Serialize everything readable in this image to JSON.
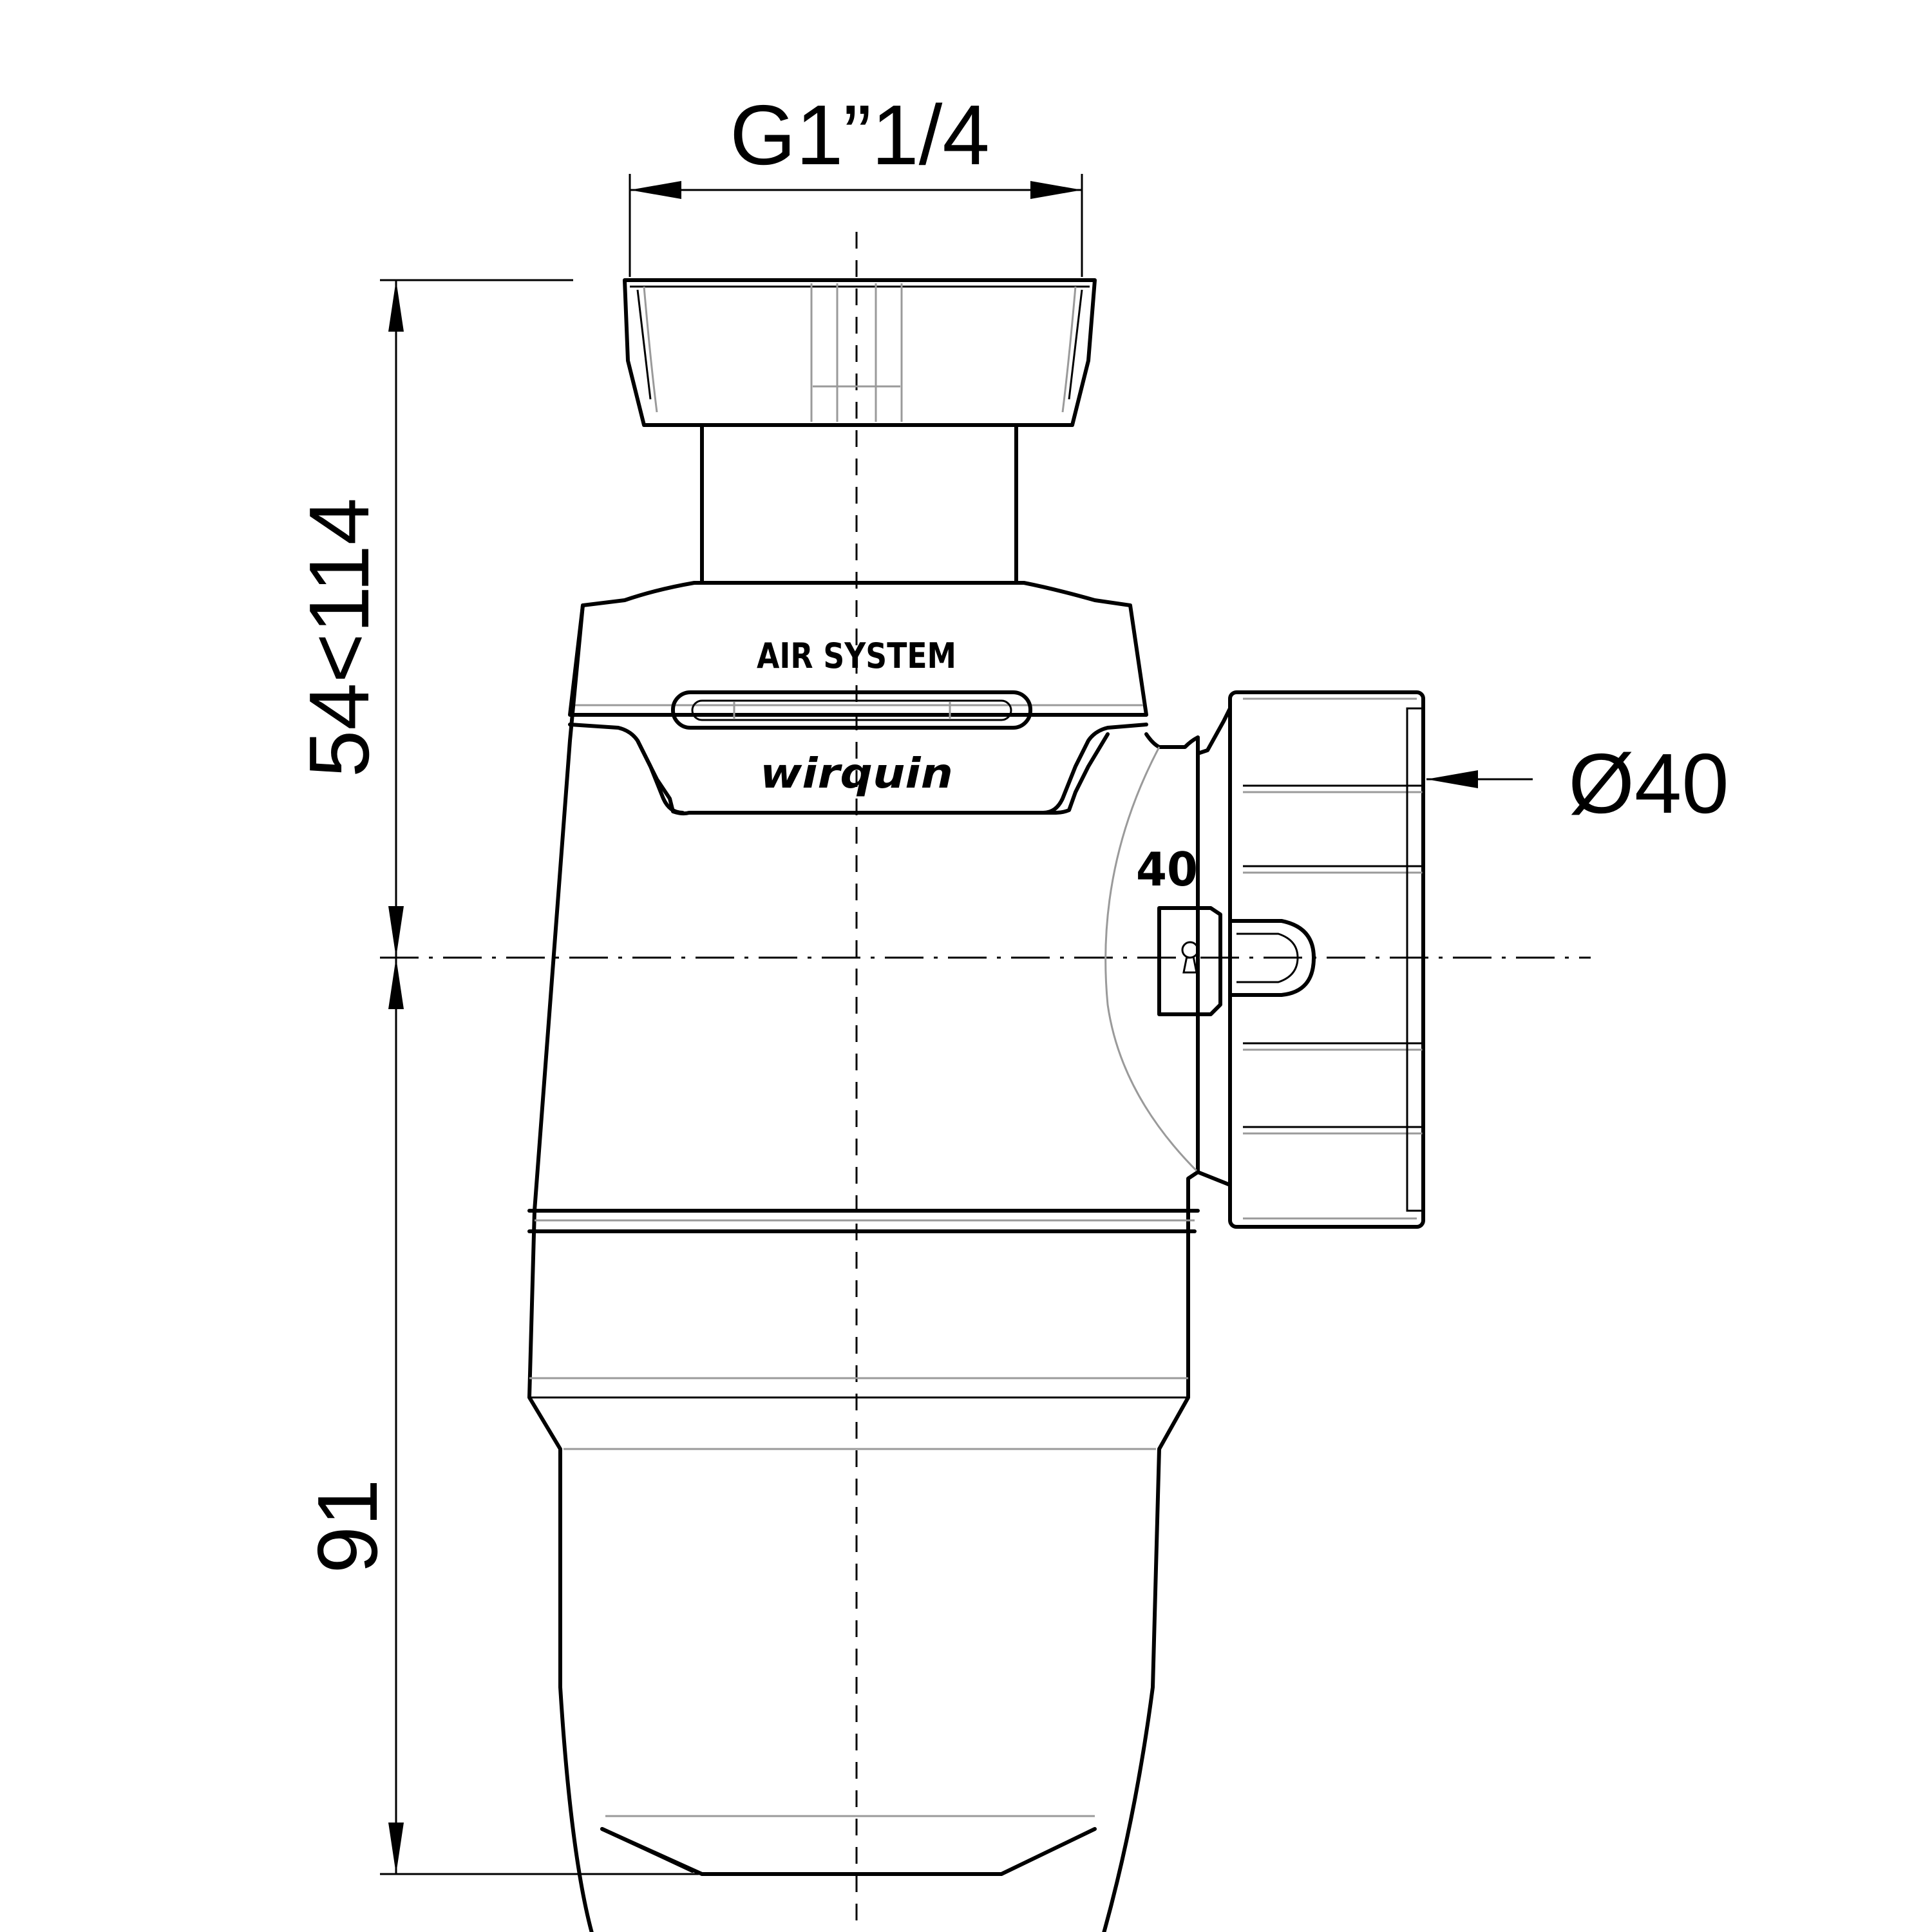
{
  "dimensions": {
    "thread": "G1”1/4",
    "height_adjust": "54<114",
    "lower_height": "91",
    "outlet_diameter": "Ø40"
  },
  "body_labels": {
    "top": "AIR SYSTEM",
    "brand": "wirquin",
    "outlet_size": "40"
  }
}
